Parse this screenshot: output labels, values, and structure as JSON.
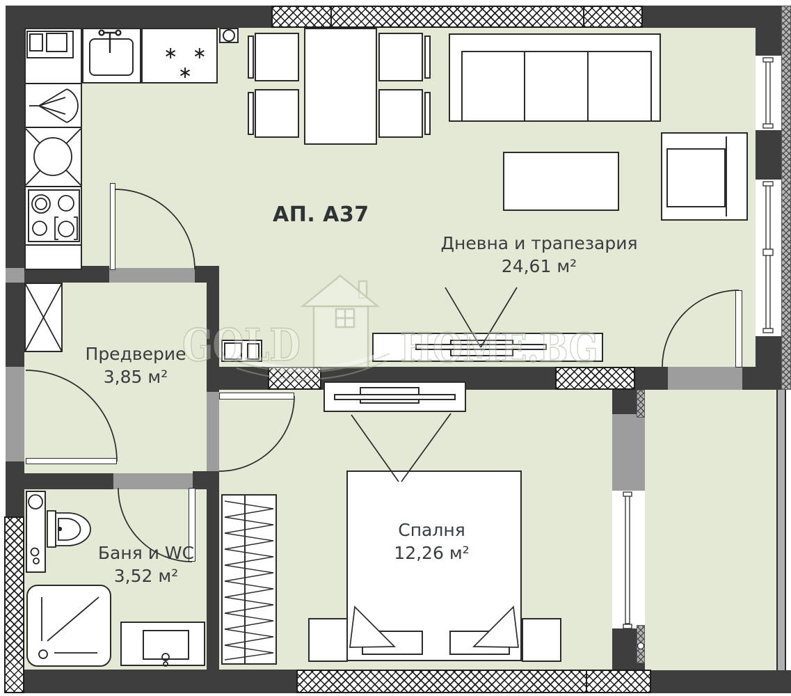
{
  "plan": {
    "title": "АП. А37",
    "rooms": [
      {
        "name": "Дневна и трапезария",
        "area": "24,61 м²"
      },
      {
        "name": "Предверие",
        "area": "3,85 м²"
      },
      {
        "name": "Баня и WC",
        "area": "3,52 м²"
      },
      {
        "name": "Спалня",
        "area": "12,26 м²"
      }
    ],
    "symbols": {
      "fridge": "∗ ∗ ∗"
    },
    "watermark": {
      "left": "GOLD",
      "right": "HOME.BG"
    },
    "colors": {
      "floor": "#e3e9d4",
      "wall": "#3e3e3e",
      "threshold": "#9d9d9d",
      "line": "#2b2b2b",
      "label": "#383d3f"
    }
  }
}
